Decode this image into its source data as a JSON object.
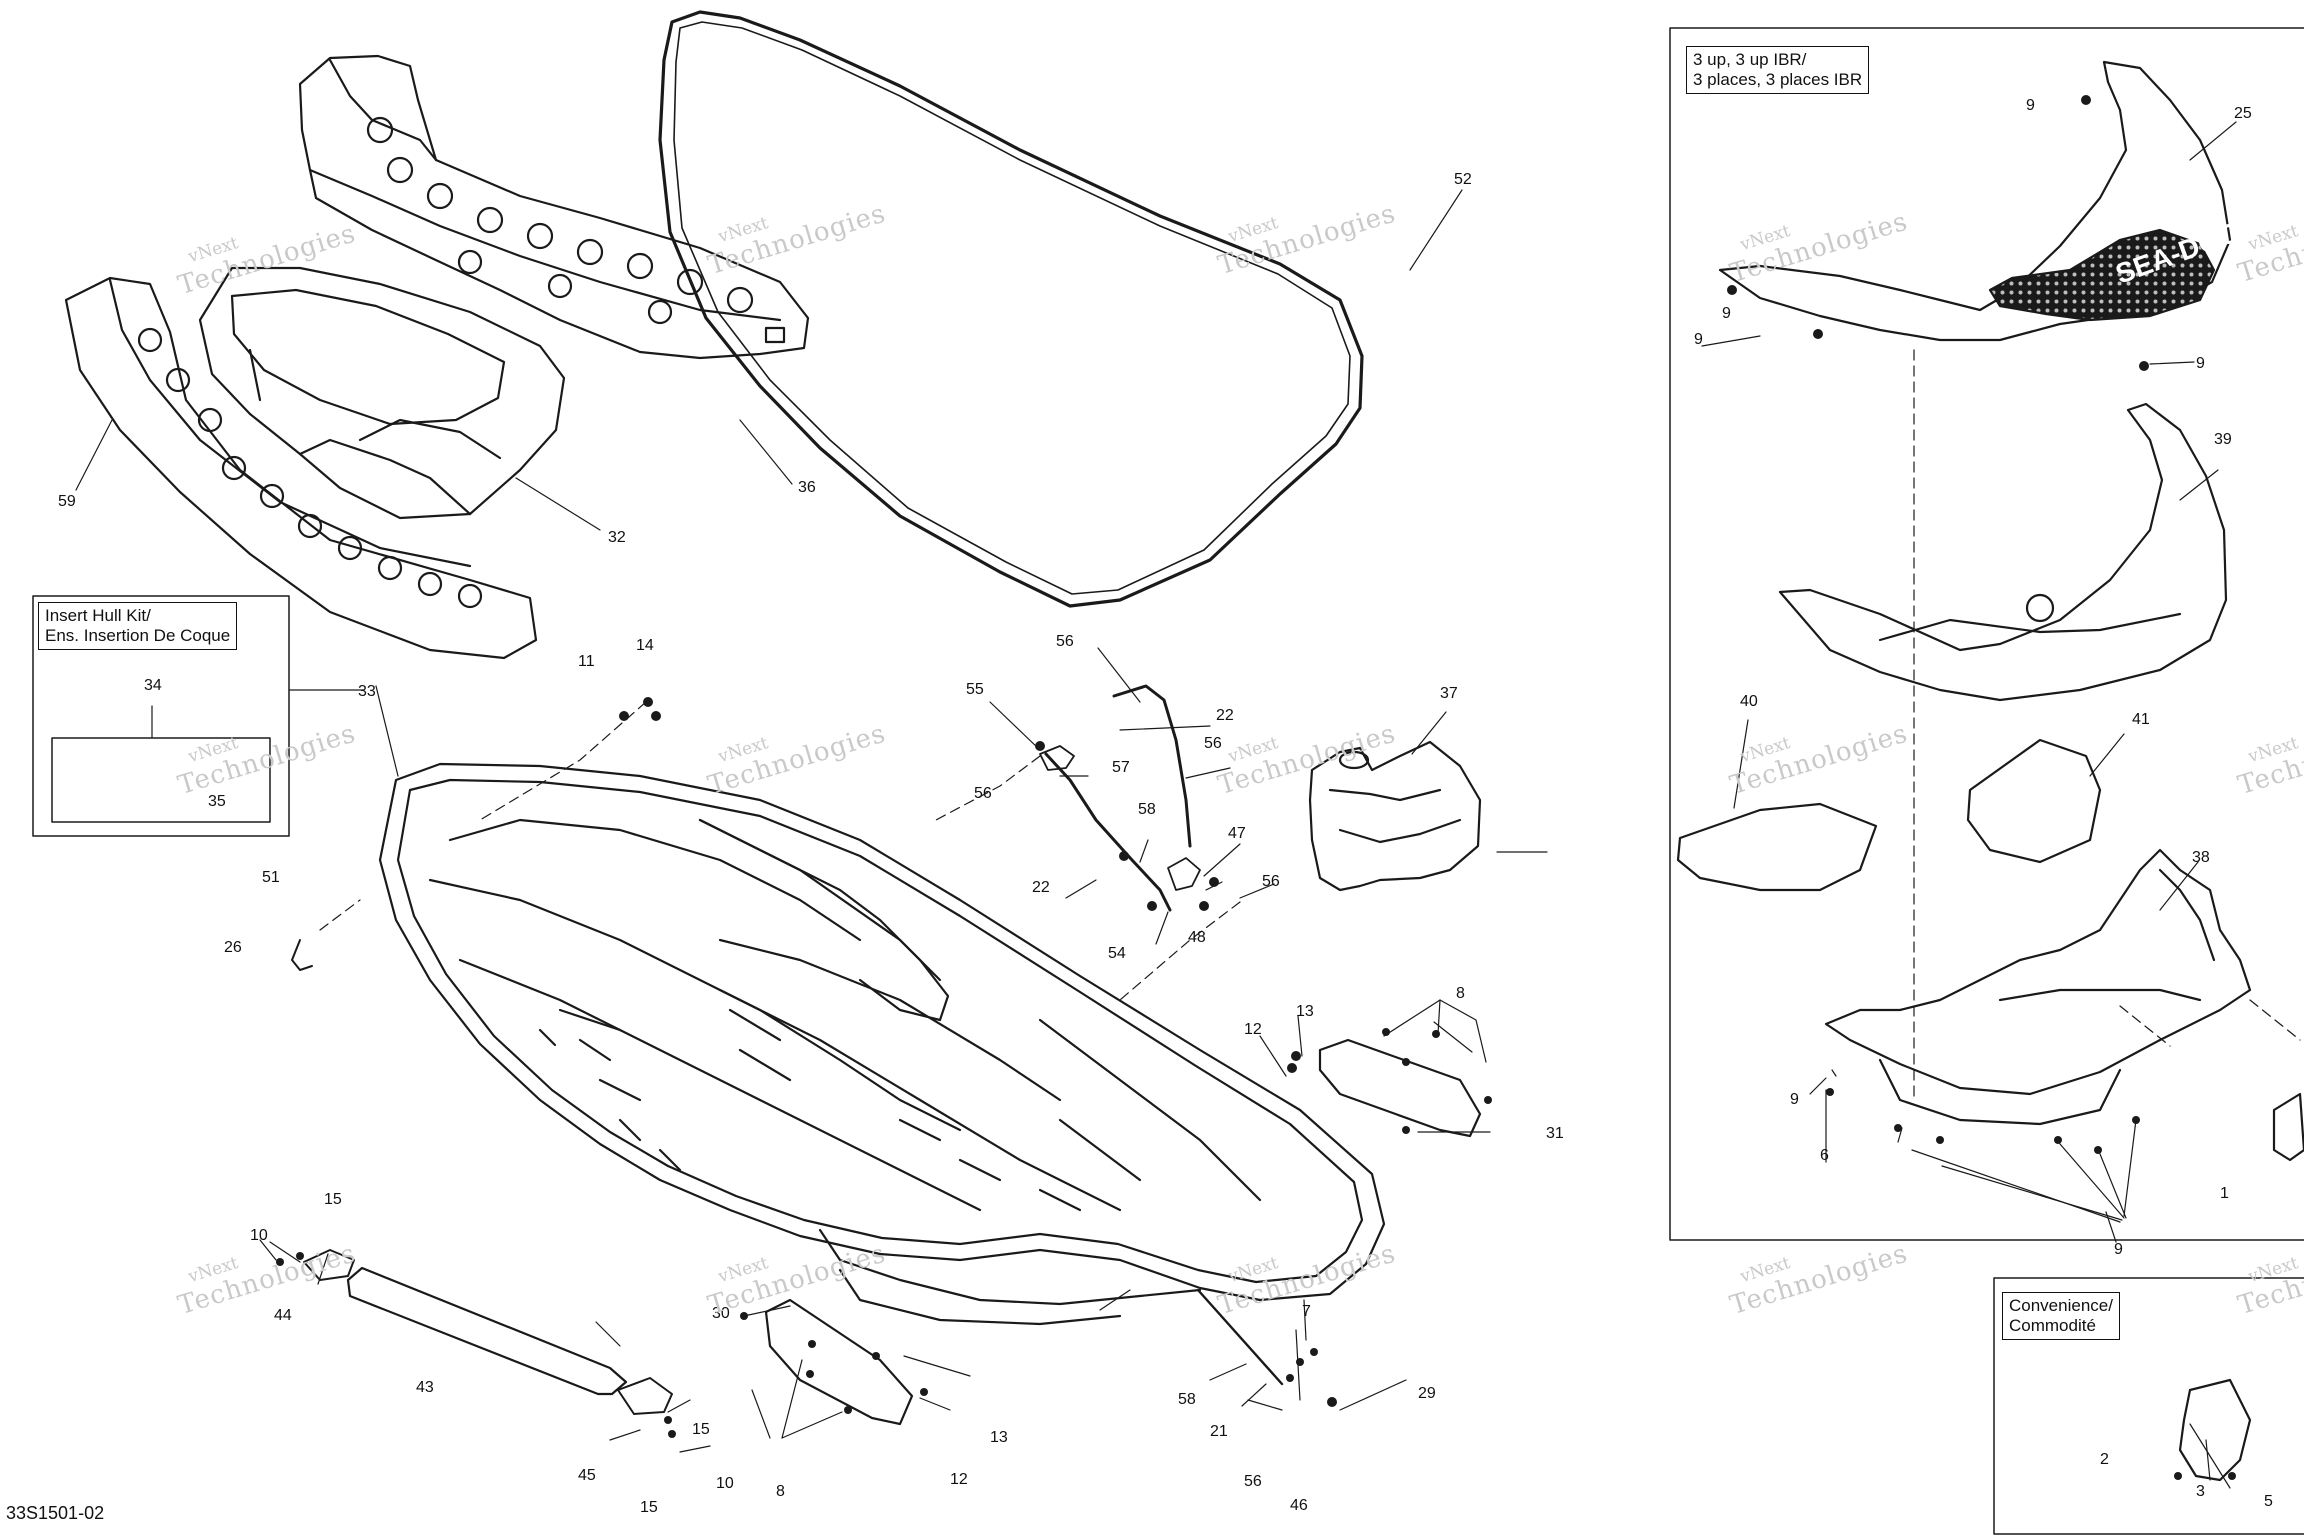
{
  "document_code": "33S1501-02",
  "watermark": {
    "line1": "vNext",
    "line2": "Technologies"
  },
  "boxes": {
    "models": "3 up, 3 up IBR/\n3 places, 3 places IBR",
    "insert_kit": "Insert Hull Kit/\nEns. Insertion De Coque",
    "convenience": "Convenience/\nCommodité"
  },
  "decal_text": "SEA-DOO",
  "callouts": [
    "52",
    "59",
    "32",
    "36",
    "14",
    "11",
    "34",
    "33",
    "35",
    "51",
    "26",
    "56",
    "55",
    "22",
    "57",
    "56",
    "58",
    "22",
    "54",
    "48",
    "47",
    "56",
    "37",
    "25",
    "9",
    "9",
    "9",
    "9",
    "39",
    "40",
    "41",
    "38",
    "9",
    "6",
    "9",
    "13",
    "12",
    "8",
    "31",
    "10",
    "15",
    "44",
    "43",
    "45",
    "15",
    "15",
    "10",
    "30",
    "12",
    "13",
    "8",
    "58",
    "21",
    "7",
    "56",
    "46",
    "29",
    "1",
    "2",
    "3",
    "5",
    "56"
  ]
}
